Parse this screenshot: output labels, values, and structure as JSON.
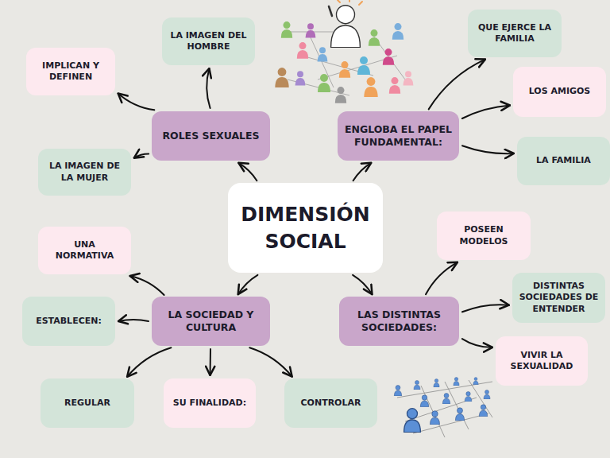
{
  "diagram": {
    "nodes": [
      {
        "text": [
          "DIMENSIÓN SOCIAL"
        ]
      },
      {
        "text": [
          "ROLES SEXUALES"
        ]
      },
      {
        "text": [
          "IMPLICAN Y DEFINEN"
        ]
      },
      {
        "text": [
          "LA IMAGEN DEL HOMBRE"
        ]
      },
      {
        "text": [
          "LA IMAGEN DE LA MUJER"
        ]
      },
      {
        "text": [
          "ENGLOBA EL PAPEL FUNDAMENTAL:"
        ]
      },
      {
        "text": [
          "QUE EJERCE LA FAMILIA"
        ]
      },
      {
        "text": [
          "LOS AMIGOS"
        ]
      },
      {
        "text": [
          "LA FAMILIA"
        ]
      },
      {
        "text": [
          "LA SOCIEDAD Y CULTURA"
        ]
      },
      {
        "text": [
          "UNA NORMATIVA"
        ]
      },
      {
        "text": [
          "ESTABLECEN:"
        ]
      },
      {
        "text": [
          "REGULAR"
        ]
      },
      {
        "text": [
          "SU FINALIDAD:"
        ]
      },
      {
        "text": [
          "CONTROLAR"
        ]
      },
      {
        "text": [
          "LAS DISTINTAS SOCIEDADES:"
        ]
      },
      {
        "text": [
          "POSEEN MODELOS"
        ]
      },
      {
        "text": [
          "DISTINTAS SOCIEDADES DE ENTENDER"
        ]
      },
      {
        "text": [
          "VIVIR LA SEXUALIDAD"
        ]
      }
    ],
    "edges": [
      {
        "from": 0,
        "to": 1,
        "arrow": "to"
      },
      {
        "from": 0,
        "to": 5,
        "arrow": "to"
      },
      {
        "from": 0,
        "to": 9,
        "arrow": "to"
      },
      {
        "from": 0,
        "to": 15,
        "arrow": "to"
      },
      {
        "from": 1,
        "to": 2,
        "arrow": "to"
      },
      {
        "from": 1,
        "to": 3,
        "arrow": "to"
      },
      {
        "from": 1,
        "to": 4,
        "arrow": "to"
      },
      {
        "from": 5,
        "to": 6,
        "arrow": "to"
      },
      {
        "from": 5,
        "to": 7,
        "arrow": "to"
      },
      {
        "from": 5,
        "to": 8,
        "arrow": "to"
      },
      {
        "from": 9,
        "to": 10,
        "arrow": "to"
      },
      {
        "from": 9,
        "to": 11,
        "arrow": "to"
      },
      {
        "from": 9,
        "to": 12,
        "arrow": "to"
      },
      {
        "from": 9,
        "to": 13,
        "arrow": "to"
      },
      {
        "from": 9,
        "to": 14,
        "arrow": "to"
      },
      {
        "from": 15,
        "to": 16,
        "arrow": "to"
      },
      {
        "from": 15,
        "to": 17,
        "arrow": "to"
      },
      {
        "from": 15,
        "to": 18,
        "arrow": "to"
      }
    ]
  }
}
